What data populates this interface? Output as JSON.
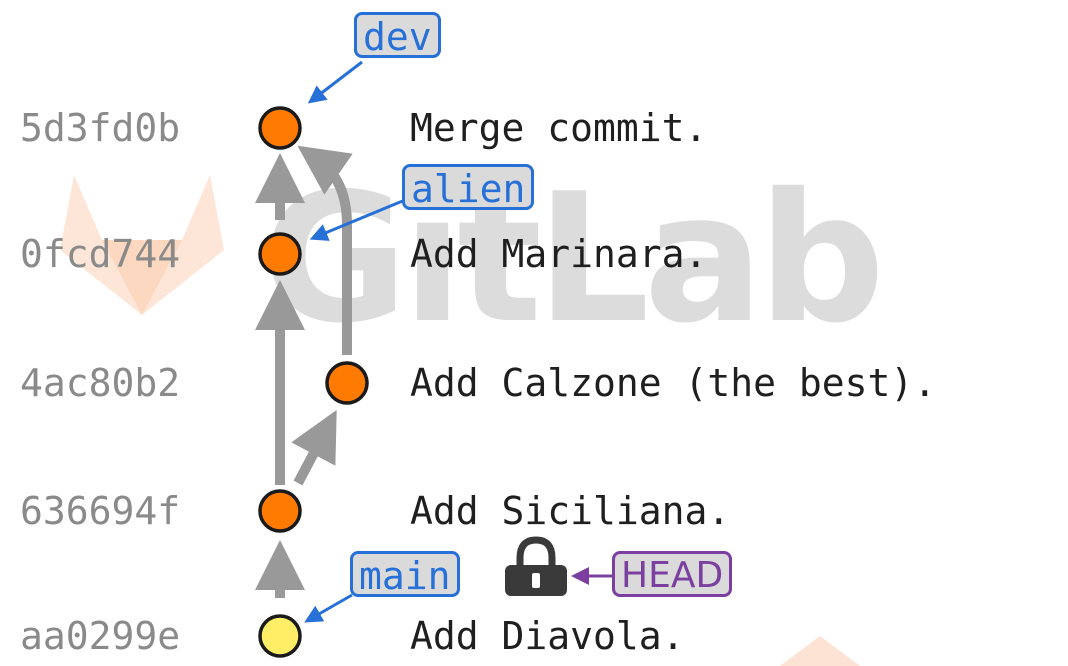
{
  "watermark": {
    "text": "GitLab"
  },
  "commits": [
    {
      "hash": "5d3fd0b",
      "message": "Merge commit.",
      "color": "#ff7a00"
    },
    {
      "hash": "0fcd744",
      "message": "Add Marinara.",
      "color": "#ff7a00"
    },
    {
      "hash": "4ac80b2",
      "message": "Add Calzone (the best).",
      "color": "#ff7a00"
    },
    {
      "hash": "636694f",
      "message": "Add Siciliana.",
      "color": "#ff7a00"
    },
    {
      "hash": "aa0299e",
      "message": "Add Diavola.",
      "color": "#ffee66"
    }
  ],
  "branches": [
    {
      "name": "dev",
      "target": "5d3fd0b"
    },
    {
      "name": "alien",
      "target": "0fcd744"
    },
    {
      "name": "main",
      "target": "aa0299e",
      "protected": true
    }
  ],
  "head": {
    "label": "HEAD",
    "points_to": "main"
  },
  "colors": {
    "branch_border": "#2670d8",
    "head_border": "#7b3fa0",
    "edge": "#999999",
    "node_stroke": "#1a1a1a"
  },
  "icons": {
    "protected": "lock-icon"
  }
}
